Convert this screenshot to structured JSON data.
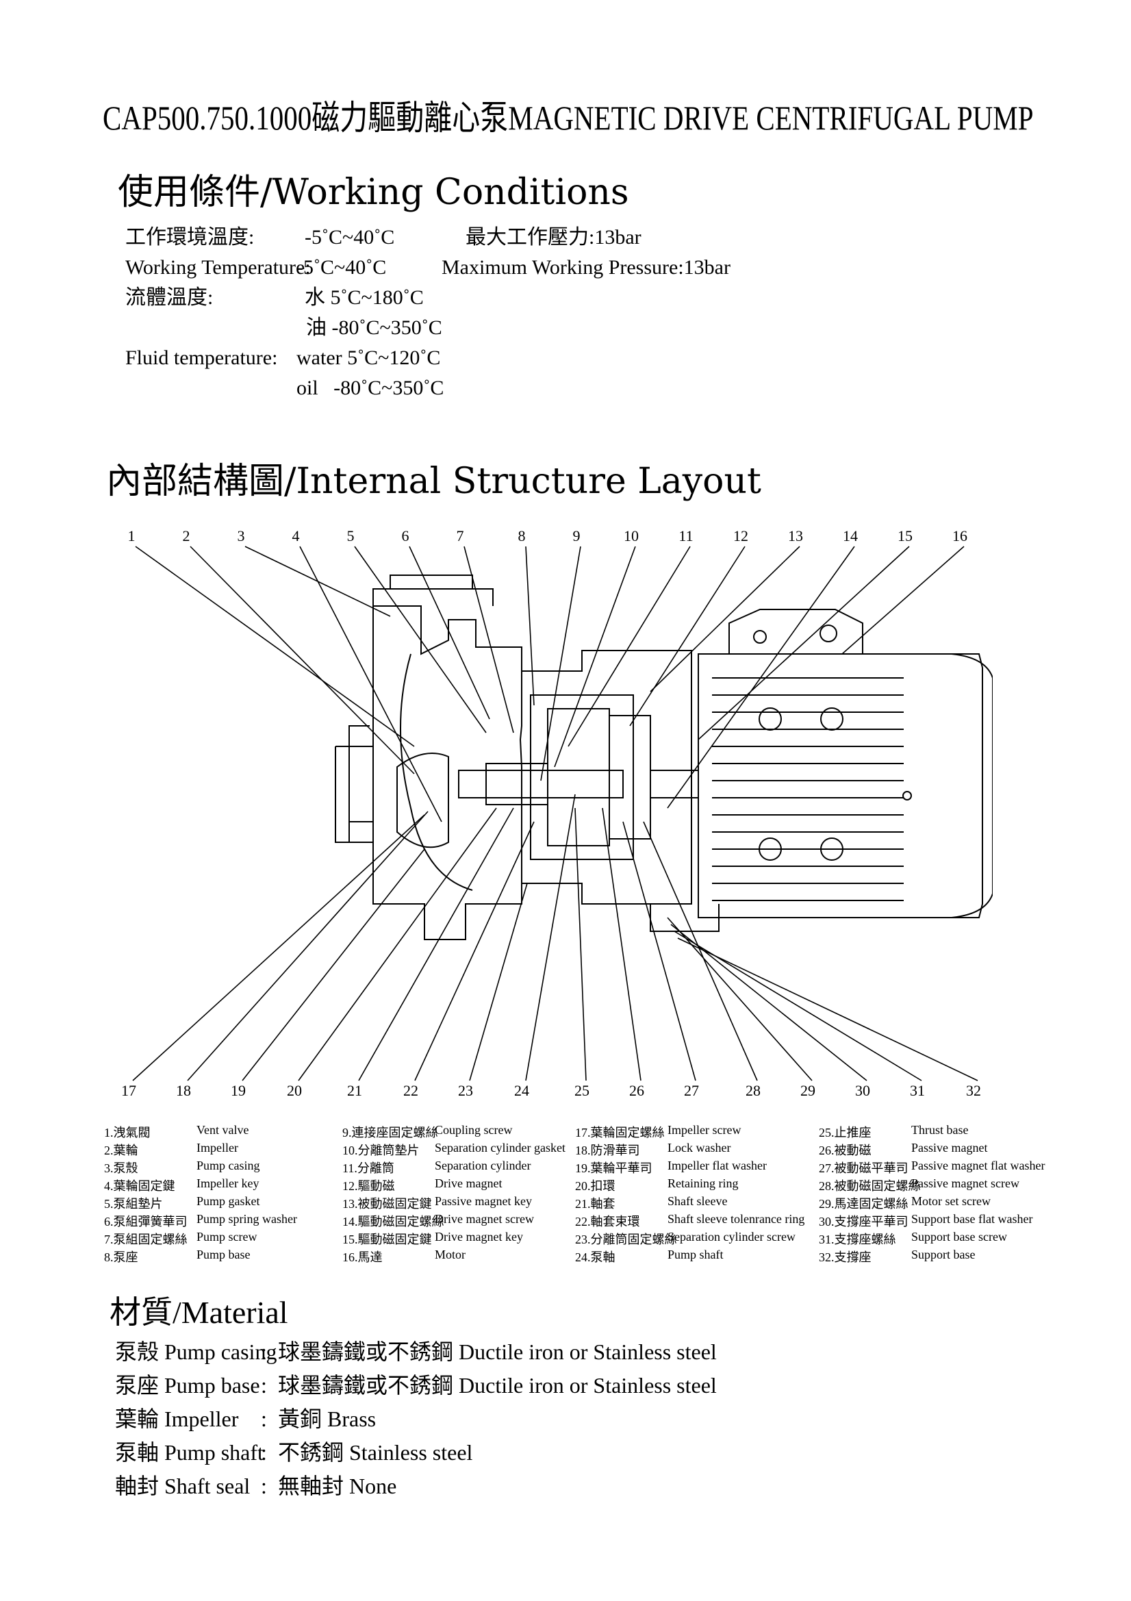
{
  "title": "CAP500.750.1000磁力驅動離心泵MAGNETIC DRIVE CENTRIFUGAL PUMP",
  "working_conditions": {
    "heading": "使用條件/Working Conditions",
    "rows": [
      {
        "label": "工作環境溫度:",
        "value": "-5˚C~40˚C",
        "extra": "最大工作壓力:13bar"
      },
      {
        "label": "Working Temperature:",
        "value": "-5˚C~40˚C",
        "extra": "Maximum Working Pressure:13bar"
      },
      {
        "label": "流體溫度:",
        "value": "水 5˚C~180˚C",
        "extra": ""
      },
      {
        "label": "",
        "value": "油 -80˚C~350˚C",
        "extra": ""
      },
      {
        "label": "Fluid temperature:",
        "value": "water 5˚C~120˚C",
        "extra": ""
      },
      {
        "label": "",
        "value": "oil   -80˚C~350˚C",
        "extra": ""
      }
    ]
  },
  "structure": {
    "heading": "內部結構圖/Internal Structure Layout",
    "top_numbers": [
      "1",
      "2",
      "3",
      "4",
      "5",
      "6",
      "7",
      "8",
      "9",
      "10",
      "11",
      "12",
      "13",
      "14",
      "15",
      "16"
    ],
    "bottom_numbers": [
      "17",
      "18",
      "19",
      "20",
      "21",
      "22",
      "23",
      "24",
      "25",
      "26",
      "27",
      "28",
      "29",
      "30",
      "31",
      "32"
    ]
  },
  "parts": [
    {
      "zh": "1.洩氣閥",
      "en": "Vent valve"
    },
    {
      "zh": "2.葉輪",
      "en": "Impeller"
    },
    {
      "zh": "3.泵殼",
      "en": "Pump casing"
    },
    {
      "zh": "4.葉輪固定鍵",
      "en": "Impeller key"
    },
    {
      "zh": "5.泵組墊片",
      "en": "Pump gasket"
    },
    {
      "zh": "6.泵組彈簧華司",
      "en": "Pump spring washer"
    },
    {
      "zh": "7.泵組固定螺絲",
      "en": "Pump screw"
    },
    {
      "zh": "8.泵座",
      "en": "Pump base"
    },
    {
      "zh": "9.連接座固定螺絲",
      "en": "Coupling screw"
    },
    {
      "zh": "10.分離筒墊片",
      "en": "Separation cylinder gasket"
    },
    {
      "zh": "11.分離筒",
      "en": "Separation cylinder"
    },
    {
      "zh": "12.驅動磁",
      "en": "Drive magnet"
    },
    {
      "zh": "13.被動磁固定鍵",
      "en": "Passive magnet key"
    },
    {
      "zh": "14.驅動磁固定螺絲",
      "en": "Drive magnet screw"
    },
    {
      "zh": "15.驅動磁固定鍵",
      "en": "Drive magnet key"
    },
    {
      "zh": "16.馬達",
      "en": "Motor"
    },
    {
      "zh": "17.葉輪固定螺絲",
      "en": "Impeller screw"
    },
    {
      "zh": "18.防滑華司",
      "en": "Lock washer"
    },
    {
      "zh": "19.葉輪平華司",
      "en": "Impeller flat washer"
    },
    {
      "zh": "20.扣環",
      "en": "Retaining ring"
    },
    {
      "zh": "21.軸套",
      "en": "Shaft sleeve"
    },
    {
      "zh": "22.軸套束環",
      "en": "Shaft sleeve tolenrance ring"
    },
    {
      "zh": "23.分離筒固定螺絲",
      "en": "Separation cylinder screw"
    },
    {
      "zh": "24.泵軸",
      "en": "Pump shaft"
    },
    {
      "zh": "25.止推座",
      "en": "Thrust base"
    },
    {
      "zh": "26.被動磁",
      "en": "Passive magnet"
    },
    {
      "zh": "27.被動磁平華司",
      "en": "Passive magnet flat washer"
    },
    {
      "zh": "28.被動磁固定螺絲",
      "en": "Passive magnet screw"
    },
    {
      "zh": "29.馬達固定螺絲",
      "en": "Motor set screw"
    },
    {
      "zh": "30.支撐座平華司",
      "en": "Support base flat washer"
    },
    {
      "zh": "31.支撐座螺絲",
      "en": "Support base screw"
    },
    {
      "zh": "32.支撐座",
      "en": "Support base"
    }
  ],
  "material": {
    "heading": "材質/Material",
    "rows": [
      {
        "part": "泵殼 Pump casing",
        "sep": ":",
        "value": "球墨鑄鐵或不銹鋼 Ductile iron or Stainless steel"
      },
      {
        "part": "泵座 Pump base",
        "sep": ":",
        "value": "球墨鑄鐵或不銹鋼 Ductile iron or Stainless steel"
      },
      {
        "part": "葉輪 Impeller",
        "sep": ":",
        "value": "黃銅 Brass"
      },
      {
        "part": "泵軸 Pump shaft",
        "sep": ":",
        "value": "不銹鋼 Stainless steel"
      },
      {
        "part": "軸封 Shaft seal",
        "sep": ":",
        "value": "無軸封 None"
      }
    ]
  }
}
